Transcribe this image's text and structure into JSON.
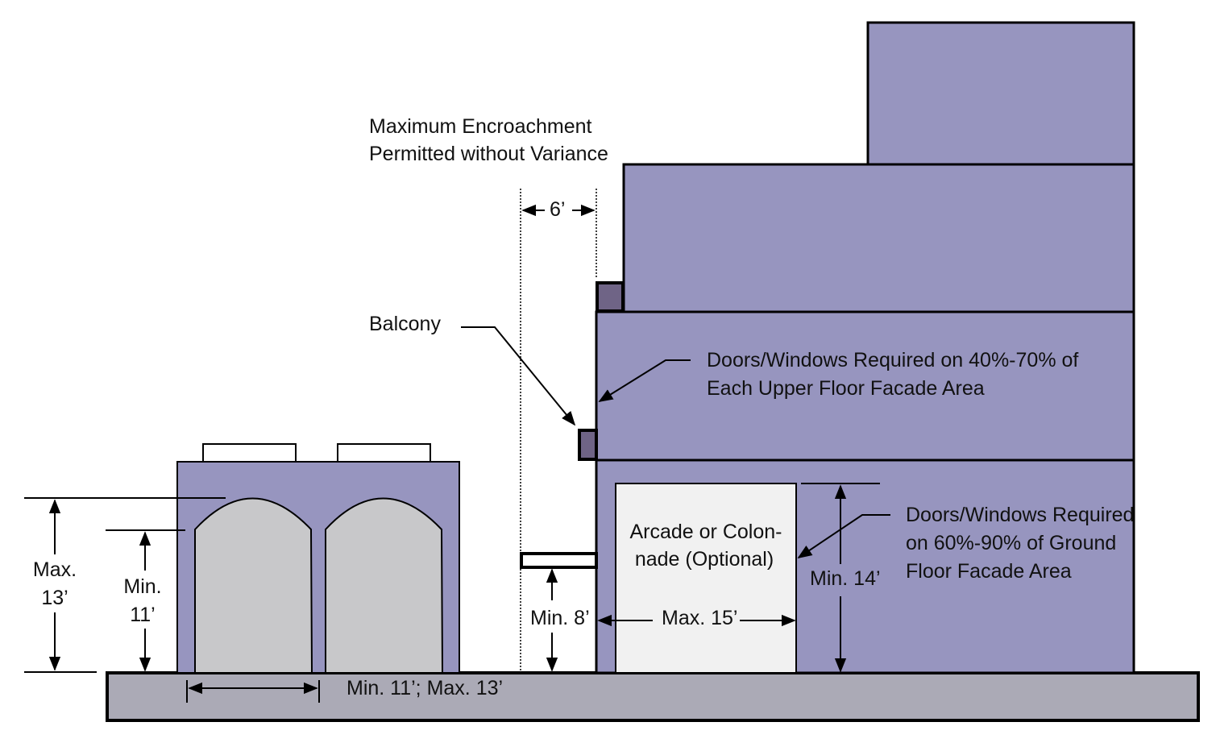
{
  "colors": {
    "building_fill": "#9795bf",
    "balcony_fill": "#6f6486",
    "arch_fill": "#c8c8ca",
    "arcade_fill": "#f1f1f1",
    "ground_fill": "#abaab6",
    "outline": "#000000",
    "background": "#ffffff"
  },
  "labels": {
    "encroachment_line1": "Maximum Encroachment",
    "encroachment_line2": "Permitted without Variance",
    "encroachment_dim": "6’",
    "balcony": "Balcony",
    "upper_floor_line1": "Doors/Windows Required on 40%-70% of",
    "upper_floor_line2": "Each Upper Floor Facade Area",
    "ground_floor_line1": "Doors/Windows Required",
    "ground_floor_line2": "on 60%-90% of Ground",
    "ground_floor_line3": "Floor Facade Area",
    "arcade_line1": "Arcade or Colon-",
    "arcade_line2": "nade (Optional)",
    "min_14": "Min. 14’",
    "max_15": "Max. 15’",
    "min_8": "Min. 8’",
    "max_13_line1": "Max.",
    "max_13_line2": "13’",
    "min_11_line1": "Min.",
    "min_11_line2": "11’",
    "arch_width": "Min. 11’; Max. 13’"
  }
}
